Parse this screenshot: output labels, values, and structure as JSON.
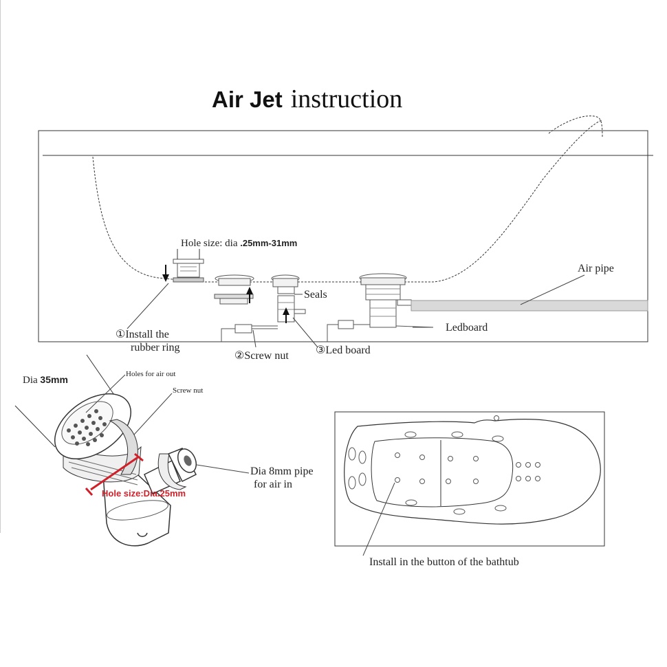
{
  "title": {
    "bold": "Air Jet",
    "regular": "instruction"
  },
  "labels": {
    "hole_size_prefix": "Hole size:  dia ",
    "hole_size_value": ".25mm-31mm",
    "seals": "Seals",
    "air_pipe": "Air pipe",
    "ledboard": "Ledboard",
    "step1_line1": "①Install the",
    "step1_line2": "rubber ring",
    "step2": "②Screw nut",
    "step3": "③Led board",
    "dia_prefix": "Dia ",
    "dia_value": "35mm",
    "holes_air_out": "Holes for air out",
    "screw_nut": "Screw nut",
    "hole_size_dia": "Hole size:Dia.25mm",
    "pipe_line1": "Dia 8mm pipe",
    "pipe_line2": "for air in",
    "install_bottom": "Install in the button of the bathtub"
  },
  "colors": {
    "line": "#222222",
    "accent": "#d0202a",
    "pipe_fill": "#d9d9d9"
  },
  "icons": [
    "down-arrow-icon",
    "up-arrow-icon",
    "air-jet-icon",
    "bathtub-icon"
  ]
}
